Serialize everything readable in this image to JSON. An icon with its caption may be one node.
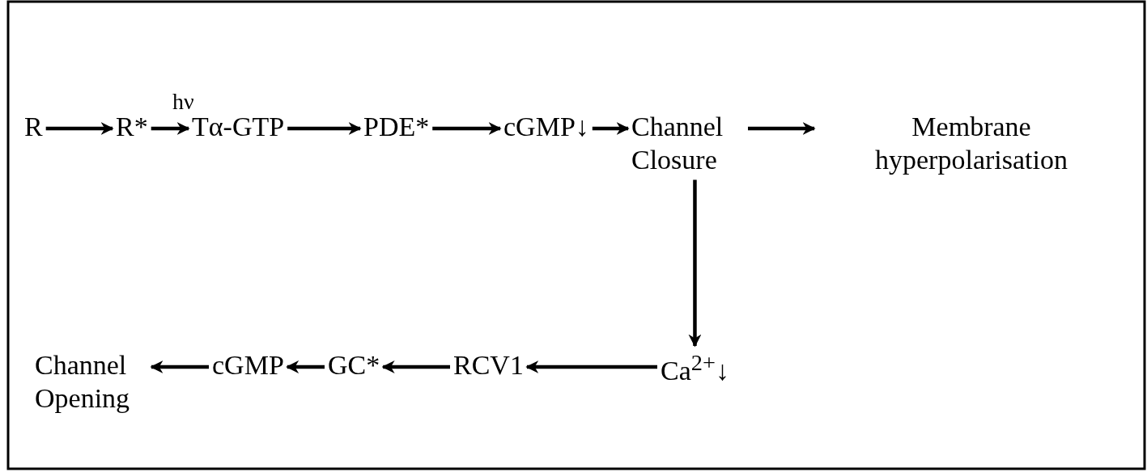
{
  "diagram": {
    "nodes": [
      {
        "text": [
          "R"
        ]
      },
      {
        "text": [
          "R*"
        ]
      },
      {
        "text": [
          "Tα-GTP"
        ]
      },
      {
        "text": [
          "PDE*"
        ]
      },
      {
        "text": [
          "cGMP↓"
        ]
      },
      {
        "text": [
          "Channel Closure"
        ]
      },
      {
        "text": [
          "Membrane hyperpolarisation"
        ]
      },
      {
        "text": [
          "Ca$^{2+}$↓"
        ]
      },
      {
        "text": [
          "RCV1"
        ]
      },
      {
        "text": [
          "GC*"
        ]
      },
      {
        "text": [
          "cGMP"
        ]
      },
      {
        "text": [
          "Channel Opening"
        ]
      }
    ],
    "edges": [
      {
        "from": 0,
        "to": 1,
        "arrow": "to"
      },
      {
        "from": 1,
        "to": 2,
        "arrow": "to"
      },
      {
        "from": 2,
        "to": 3,
        "arrow": "to"
      },
      {
        "from": 3,
        "to": 4,
        "arrow": "to"
      },
      {
        "from": 4,
        "to": 5,
        "arrow": "to"
      },
      {
        "from": 5,
        "to": 6,
        "arrow": "to"
      },
      {
        "from": 5,
        "to": 7,
        "arrow": "to"
      },
      {
        "from": 7,
        "to": 8,
        "arrow": "to"
      },
      {
        "from": 8,
        "to": 9,
        "arrow": "to"
      },
      {
        "from": 9,
        "to": 10,
        "arrow": "to"
      },
      {
        "from": 10,
        "to": 11,
        "arrow": "to"
      }
    ],
    "labels": [
      "hν"
    ]
  }
}
